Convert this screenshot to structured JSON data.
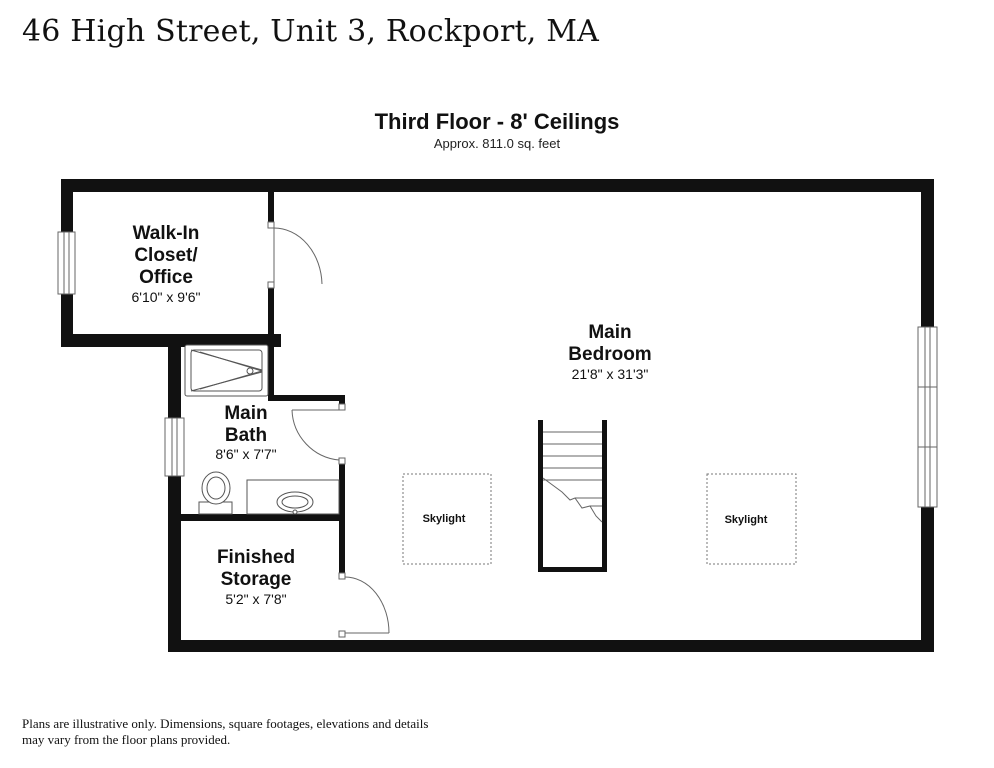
{
  "header": {
    "address": "46 High Street, Unit 3, Rockport, MA",
    "floor_title": "Third Floor - 8' Ceilings",
    "floor_area": "Approx. 811.0 sq. feet"
  },
  "rooms": {
    "closet": {
      "name_lines": [
        "Walk-In",
        "Closet/",
        "Office"
      ],
      "dimensions": "6'10\" x 9'6\""
    },
    "bedroom": {
      "name_lines": [
        "Main",
        "Bedroom"
      ],
      "dimensions": "21'8\" x 31'3\""
    },
    "bath": {
      "name_lines": [
        "Main",
        "Bath"
      ],
      "dimensions": "8'6\" x 7'7\""
    },
    "storage": {
      "name_lines": [
        "Finished",
        "Storage"
      ],
      "dimensions": "5'2\" x 7'8\""
    }
  },
  "skylights": {
    "left": "Skylight",
    "right": "Skylight"
  },
  "footer": {
    "disclaimer": "Plans are illustrative only. Dimensions, square footages, elevations and details may vary from the floor plans provided."
  },
  "colors": {
    "wall": "#111111",
    "fixture_line": "#555555",
    "background": "#ffffff"
  }
}
